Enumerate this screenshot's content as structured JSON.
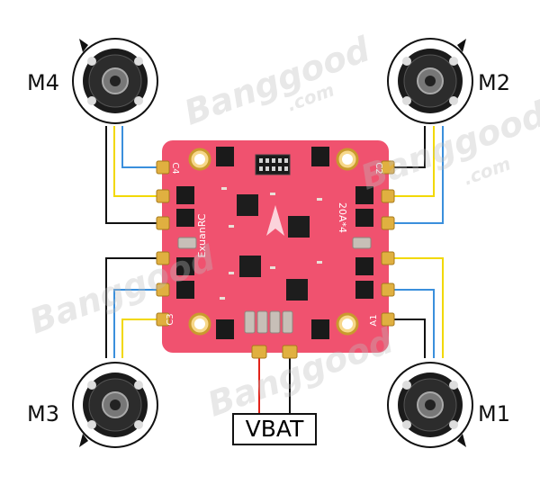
{
  "motors": {
    "m1": {
      "label": "M1"
    },
    "m2": {
      "label": "M2"
    },
    "m3": {
      "label": "M3"
    },
    "m4": {
      "label": "M4"
    }
  },
  "power": {
    "label": "VBAT"
  },
  "board": {
    "brand": "ExuanRC",
    "spec": "20A*4",
    "pads": [
      "C4",
      "C2",
      "C3",
      "A1"
    ]
  },
  "watermark": {
    "text": "Banggood",
    "domain": ".com"
  },
  "colors": {
    "board": "#f0526f",
    "wire_black": "#111111",
    "wire_yellow": "#f2d800",
    "wire_blue": "#3a8fdc",
    "wire_red": "#e2231a",
    "pad_gold": "#e0b040",
    "chip": "#1a1a1a"
  }
}
